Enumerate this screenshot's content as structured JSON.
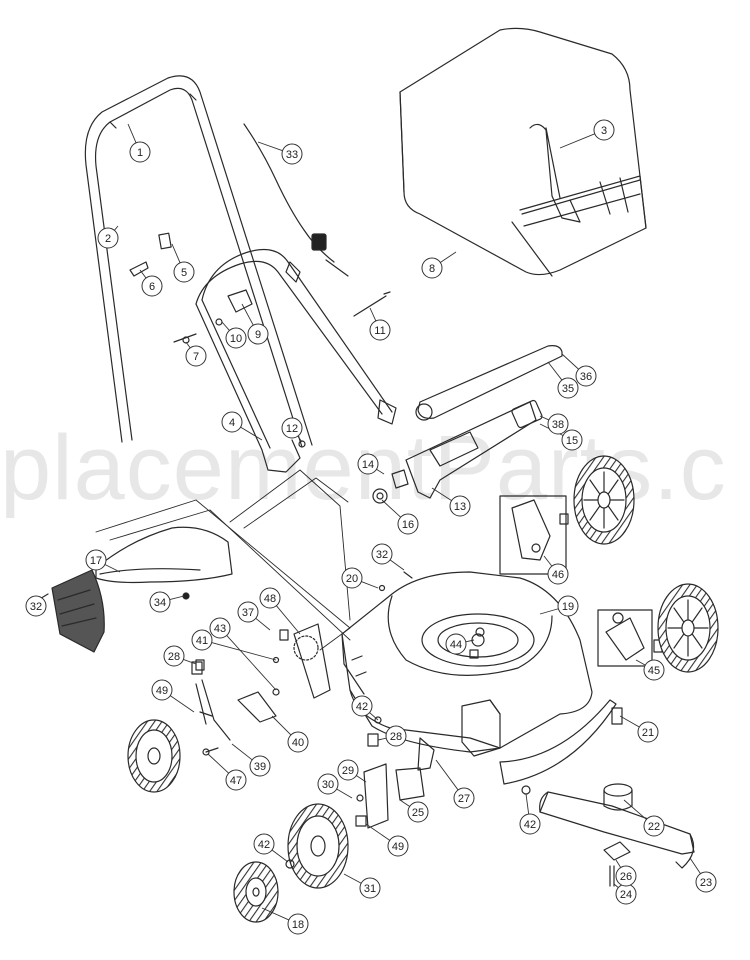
{
  "watermark": "placementParts.c",
  "colors": {
    "line": "#2a2a2a",
    "shade": "#ececec",
    "watermark": "#bbbbbb"
  },
  "callouts": [
    {
      "id": "1",
      "label": "1"
    },
    {
      "id": "2",
      "label": "2"
    },
    {
      "id": "3",
      "label": "3"
    },
    {
      "id": "4",
      "label": "4"
    },
    {
      "id": "5",
      "label": "5"
    },
    {
      "id": "6",
      "label": "6"
    },
    {
      "id": "7",
      "label": "7"
    },
    {
      "id": "8",
      "label": "8"
    },
    {
      "id": "9",
      "label": "9"
    },
    {
      "id": "10",
      "label": "10"
    },
    {
      "id": "11",
      "label": "11"
    },
    {
      "id": "12",
      "label": "12"
    },
    {
      "id": "13",
      "label": "13"
    },
    {
      "id": "14",
      "label": "14"
    },
    {
      "id": "15",
      "label": "15"
    },
    {
      "id": "16",
      "label": "16"
    },
    {
      "id": "17",
      "label": "17"
    },
    {
      "id": "18",
      "label": "18"
    },
    {
      "id": "19",
      "label": "19"
    },
    {
      "id": "20",
      "label": "20"
    },
    {
      "id": "21",
      "label": "21"
    },
    {
      "id": "22",
      "label": "22"
    },
    {
      "id": "23",
      "label": "23"
    },
    {
      "id": "24",
      "label": "24"
    },
    {
      "id": "25",
      "label": "25"
    },
    {
      "id": "26",
      "label": "26"
    },
    {
      "id": "27",
      "label": "27"
    },
    {
      "id": "28a",
      "label": "28"
    },
    {
      "id": "28b",
      "label": "28"
    },
    {
      "id": "29",
      "label": "29"
    },
    {
      "id": "30",
      "label": "30"
    },
    {
      "id": "31",
      "label": "31"
    },
    {
      "id": "32a",
      "label": "32"
    },
    {
      "id": "32b",
      "label": "32"
    },
    {
      "id": "33",
      "label": "33"
    },
    {
      "id": "34",
      "label": "34"
    },
    {
      "id": "35",
      "label": "35"
    },
    {
      "id": "36",
      "label": "36"
    },
    {
      "id": "37",
      "label": "37"
    },
    {
      "id": "38",
      "label": "38"
    },
    {
      "id": "39",
      "label": "39"
    },
    {
      "id": "40",
      "label": "40"
    },
    {
      "id": "41",
      "label": "41"
    },
    {
      "id": "42a",
      "label": "42"
    },
    {
      "id": "42b",
      "label": "42"
    },
    {
      "id": "42c",
      "label": "42"
    },
    {
      "id": "43",
      "label": "43"
    },
    {
      "id": "44",
      "label": "44"
    },
    {
      "id": "45",
      "label": "45"
    },
    {
      "id": "46",
      "label": "46"
    },
    {
      "id": "47",
      "label": "47"
    },
    {
      "id": "48",
      "label": "48"
    },
    {
      "id": "49a",
      "label": "49"
    },
    {
      "id": "49b",
      "label": "49"
    }
  ]
}
